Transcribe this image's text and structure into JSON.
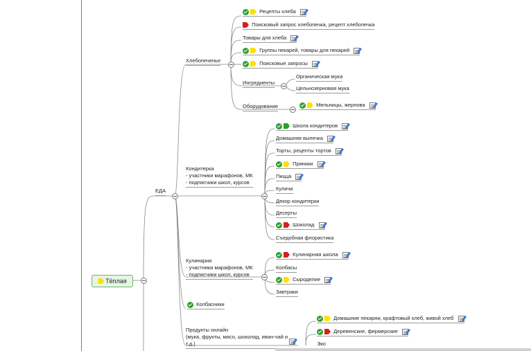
{
  "root": {
    "label": "Тёплая"
  },
  "eda": {
    "label": "ЕДА"
  },
  "bakery": {
    "label": "Хлебопеченье",
    "items": [
      {
        "label": "Рецепты хлеба"
      },
      {
        "label": "Поисковый запрос хлебопечка, рецепт хлебопечка"
      },
      {
        "label": "Товары для хлеба"
      },
      {
        "label": "Группы пекарей, товары для пекарей"
      },
      {
        "label": "Поисковые запросы"
      },
      {
        "label": "Ингредиенты",
        "children": [
          "Органическая мука",
          "Цельнозерновая мука"
        ]
      },
      {
        "label": "Оборудование",
        "children": [
          "Мельницы, жернова"
        ]
      }
    ]
  },
  "confectionery": {
    "label": "Кондитерка\n- участники марафонов, МК\n- подписчики школ, курсов",
    "items": [
      "Школа кондитеров",
      "Домашняя выпечка",
      "Торты, рецепты тортов",
      "Пряники",
      "Пицца",
      "Куличи",
      "Декор кондитерки",
      "Десерты",
      "Шоколад",
      "Съедобная флористика"
    ]
  },
  "cooking": {
    "label": "Кулинария\n- участники марафонов, МК\n- подписчики школ, курсов",
    "items": [
      "Кулинарная школа",
      "Колбасы",
      "Сыроделие",
      "Завтраки"
    ]
  },
  "sausage_makers": {
    "label": "Колбасники"
  },
  "online": {
    "label": "Продукты онлайн\n(мука, фрукты, мясо, шоколад, иван-чай и\nт.д.)",
    "items": [
      "Домашние пекарни, крафтовый хлеб, живой хлеб",
      "Деревенские, фермерские",
      "Эко"
    ]
  },
  "colors": {
    "branch": "#46a246",
    "check": "#2e9e2e",
    "flag_yellow": "#ffe000",
    "flag_red": "#d42020",
    "root_fill": "#e6f5e3"
  },
  "icons": [
    "check-icon",
    "yellow-flag-icon",
    "red-flag-icon",
    "green-flag-icon",
    "note-icon",
    "collapse-icon"
  ]
}
